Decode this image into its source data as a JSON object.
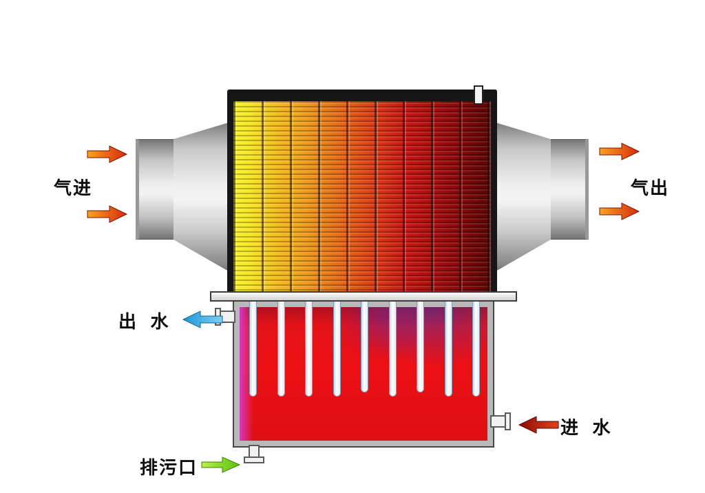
{
  "diagram": {
    "type": "gas-water heat exchanger schematic",
    "description": "Cross-section diagram of a flue-gas heat exchanger with finned tube core, side gas ducts and a hot-water tank below"
  },
  "labels": {
    "gas_in": "气进",
    "gas_out": "气出",
    "water_out": "出  水",
    "water_in": "进  水",
    "drain": "排污口"
  },
  "arrows": {
    "gas_in": {
      "direction": "right",
      "count": 2,
      "color_start": "#f9a21e",
      "color_end": "#d92a0e"
    },
    "gas_out": {
      "direction": "right",
      "count": 2,
      "color_start": "#f9a21e",
      "color_end": "#d92a0e"
    },
    "water_out": {
      "direction": "left",
      "count": 1,
      "color": "#2fa9e5"
    },
    "water_in": {
      "direction": "left",
      "count": 1,
      "color": "#b5100c"
    },
    "drain": {
      "direction": "right",
      "count": 1,
      "color": "#76d01e"
    }
  },
  "colors": {
    "core_cold_side": "#f8f32c",
    "core_mid": "#e25617",
    "core_hot_side": "#5d0505",
    "core_frame": "#161616",
    "shell_metal": "#c9c9c9",
    "hot_water": "#e41218",
    "water_purple_edge": "#d73cd7",
    "tube_white": "#ffffff",
    "background": "#fefefe"
  }
}
